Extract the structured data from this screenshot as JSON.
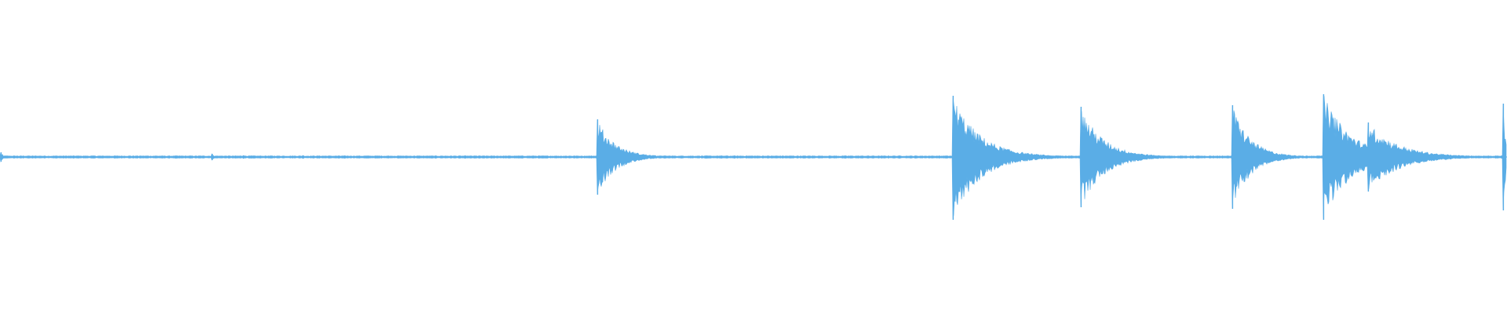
{
  "waveform": {
    "color": "#5aade6",
    "baseline_noise": 0.008,
    "duration_fraction_markers": [
      {
        "time": 0.0005,
        "amplitude_up": 0.03,
        "amplitude_down": 0.03,
        "decay": 0.002
      },
      {
        "time": 0.1405,
        "amplitude_up": 0.02,
        "amplitude_down": 0.02,
        "decay": 0.002
      },
      {
        "time": 0.1615,
        "amplitude_up": 0.01,
        "amplitude_down": 0.01,
        "decay": 0.001
      },
      {
        "time": 0.201,
        "amplitude_up": 0.01,
        "amplitude_down": 0.01,
        "decay": 0.001
      },
      {
        "time": 0.3965,
        "amplitude_up": 0.24,
        "amplitude_down": 0.24,
        "decay": 0.012
      },
      {
        "time": 0.5875,
        "amplitude_up": 0.005,
        "amplitude_down": 0.005,
        "decay": 0.001
      },
      {
        "time": 0.6325,
        "amplitude_up": 0.39,
        "amplitude_down": 0.4,
        "decay": 0.018
      },
      {
        "time": 0.7175,
        "amplitude_up": 0.32,
        "amplitude_down": 0.32,
        "decay": 0.015
      },
      {
        "time": 0.818,
        "amplitude_up": 0.33,
        "amplitude_down": 0.33,
        "decay": 0.012
      },
      {
        "time": 0.8785,
        "amplitude_up": 0.4,
        "amplitude_down": 0.4,
        "decay": 0.018
      },
      {
        "time": 0.9085,
        "amplitude_up": 0.22,
        "amplitude_down": 0.22,
        "decay": 0.02
      },
      {
        "time": 0.998,
        "amplitude_up": 0.34,
        "amplitude_down": 0.34,
        "decay": 0.002
      }
    ]
  }
}
